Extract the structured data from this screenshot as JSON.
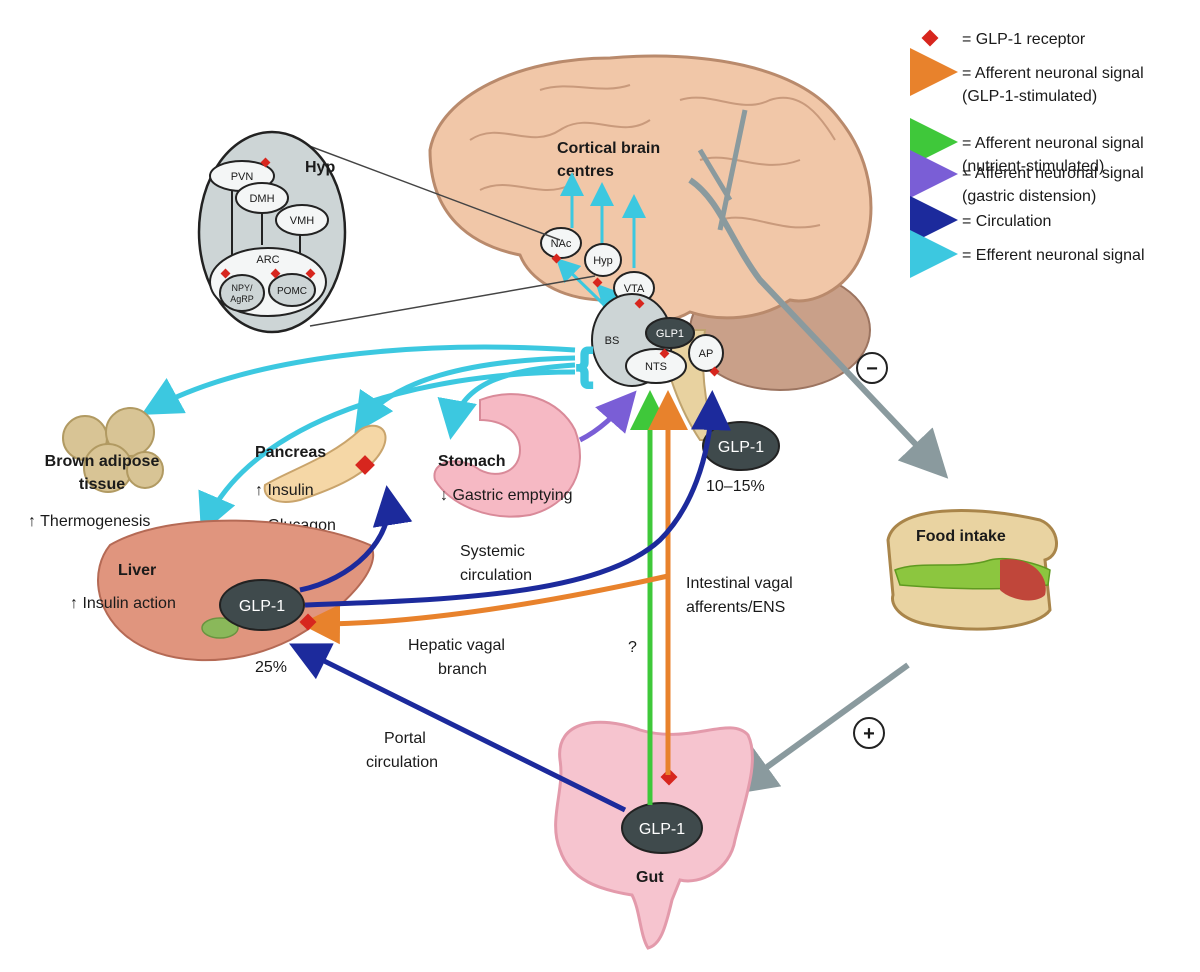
{
  "legend": [
    {
      "label_line1": "= GLP-1 receptor",
      "label_line2": "",
      "icon": "red-diamond",
      "color": "#d7261e"
    },
    {
      "label_line1": "= Afferent neuronal signal",
      "label_line2": "(GLP-1-stimulated)",
      "icon": "arrow",
      "color": "#e8822c"
    },
    {
      "label_line1": "= Afferent neuronal signal",
      "label_line2": "(nutrient-stimulated)",
      "icon": "arrow",
      "color": "#3fc83a"
    },
    {
      "label_line1": "= Afferent neuronal signal",
      "label_line2": "(gastric distension)",
      "icon": "arrow",
      "color": "#7a5ed6"
    },
    {
      "label_line1": "= Circulation",
      "label_line2": "",
      "icon": "arrow",
      "color": "#1c2a9c"
    },
    {
      "label_line1": "= Efferent neuronal signal",
      "label_line2": "",
      "icon": "arrow",
      "color": "#3cc8e0"
    }
  ],
  "hyp_inset": {
    "title": "Hyp",
    "nodes": {
      "pvn": "PVN",
      "dmh": "DMH",
      "vmh": "VMH",
      "arc": "ARC",
      "npy_line1": "NPY/",
      "npy_line2": "AgRP",
      "pomc": "POMC"
    }
  },
  "brain": {
    "cortical_line1": "Cortical brain",
    "cortical_line2": "centres",
    "nac": "NAc",
    "hyp": "Hyp",
    "vta": "VTA",
    "bs": "BS",
    "glp1": "GLP1",
    "nts": "NTS",
    "ap": "AP",
    "minus": "−"
  },
  "organs": {
    "bat_line1": "Brown adipose",
    "bat_line2": "tissue",
    "bat_effect": "↑ Thermogenesis",
    "pancreas": "Pancreas",
    "pancreas_insulin": "↑ Insulin",
    "pancreas_glucagon": "↓ Glucagon",
    "stomach": "Stomach",
    "stomach_effect": "↓ Gastric emptying",
    "liver": "Liver",
    "liver_effect": "↑ Insulin action",
    "liver_glp1": "GLP-1",
    "liver_pct": "25%",
    "gut": "Gut",
    "gut_glp1": "GLP-1",
    "brain_glp1": "GLP-1",
    "brain_pct": "10–15%",
    "food": "Food intake",
    "plus": "+"
  },
  "pathways": {
    "systemic_line1": "Systemic",
    "systemic_line2": "circulation",
    "hepatic_line1": "Hepatic vagal",
    "hepatic_line2": "branch",
    "portal_line1": "Portal",
    "portal_line2": "circulation",
    "intestinal_line1": "Intestinal vagal",
    "intestinal_line2": "afferents/ENS",
    "question": "?"
  }
}
